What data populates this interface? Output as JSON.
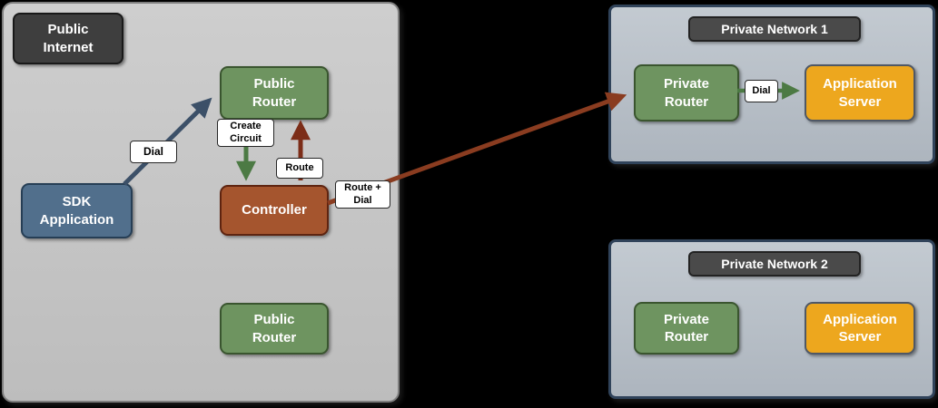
{
  "panels": {
    "public_internet": {
      "title": "Public\nInternet",
      "nodes": {
        "sdk_application": "SDK\nApplication",
        "public_router_top": "Public\nRouter",
        "controller": "Controller",
        "public_router_bottom": "Public\nRouter"
      }
    },
    "private_network_1": {
      "title": "Private Network 1",
      "nodes": {
        "private_router": "Private\nRouter",
        "application_server": "Application\nServer"
      }
    },
    "private_network_2": {
      "title": "Private Network 2",
      "nodes": {
        "private_router": "Private\nRouter",
        "application_server": "Application\nServer"
      }
    }
  },
  "edges": {
    "dial": "Dial",
    "create_circuit": "Create\nCircuit",
    "route": "Route",
    "route_plus_dial": "Route +\nDial",
    "private_dial": "Dial"
  },
  "colors": {
    "background": "#000000",
    "public_panel_fill": "#c6c6c6",
    "private_panel_fill": "#b9c0c8",
    "private_panel_border": "#30435a",
    "title_badge": "#3e3e3e",
    "router_green": "#6e9460",
    "controller_rust": "#a5552e",
    "sdk_blue": "#516f8c",
    "server_orange": "#eda71e",
    "arrow_slate": "#3c5068",
    "arrow_green": "#4c7a44",
    "arrow_red": "#7c2d18",
    "arrow_rust": "#8a3c20"
  }
}
